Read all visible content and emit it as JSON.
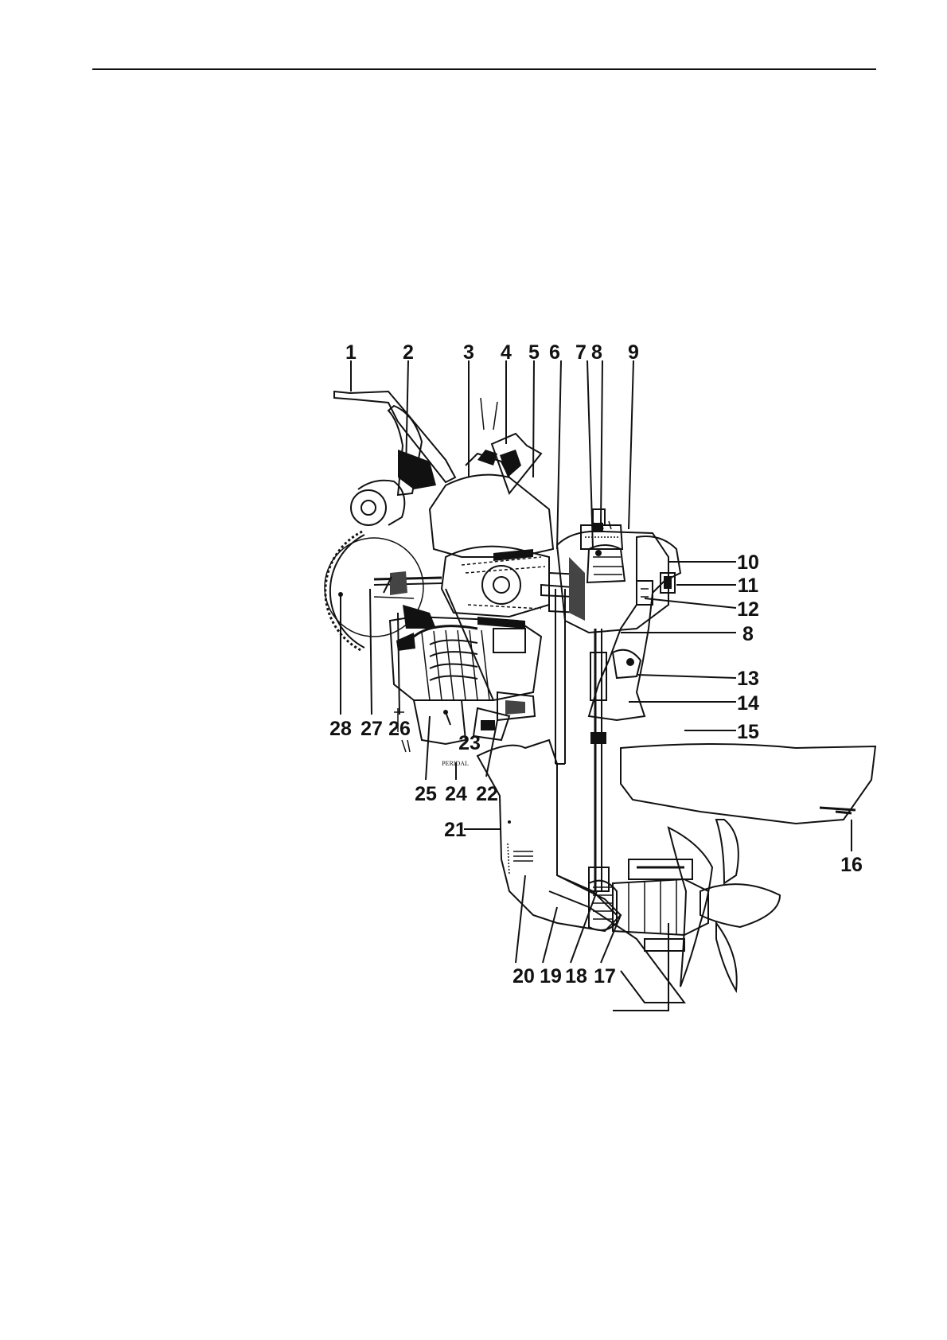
{
  "callouts_top": [
    "1",
    "2",
    "3",
    "4",
    "5",
    "6",
    "7",
    "8",
    "9"
  ],
  "callouts_right": [
    "10",
    "11",
    "12",
    "8",
    "13",
    "14",
    "15"
  ],
  "callout_16": "16",
  "callouts_bottom": [
    "20",
    "19",
    "18",
    "17"
  ],
  "callouts_left_lower": [
    "28",
    "27",
    "26"
  ],
  "callout_23": "23",
  "callout_22": "22",
  "callouts_25_24": [
    "25",
    "24"
  ],
  "callout_21": "21",
  "plate_text": "PERIDAL"
}
